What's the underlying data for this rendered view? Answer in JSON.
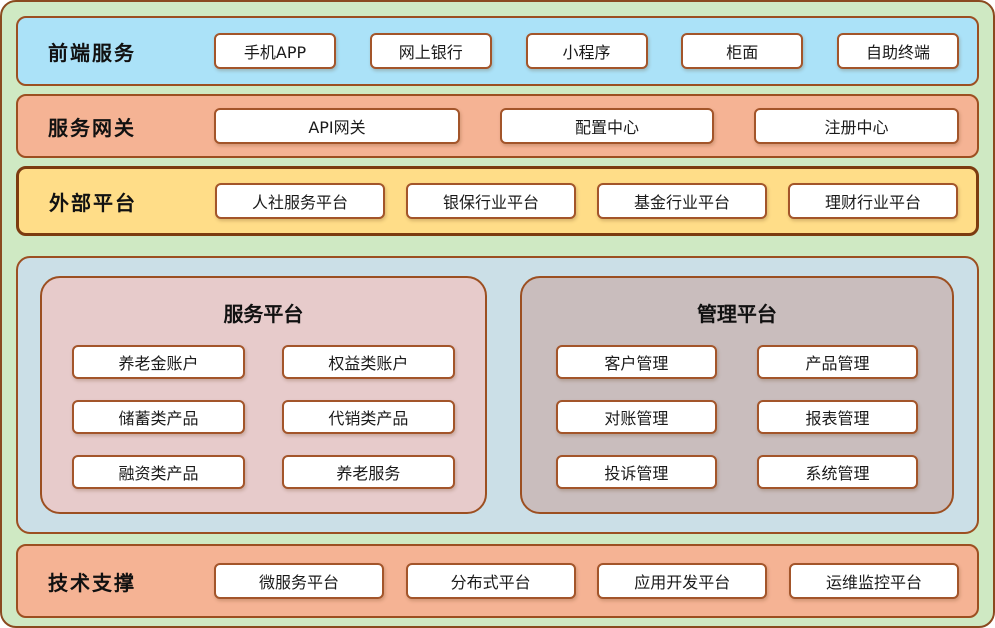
{
  "bands": {
    "frontend": {
      "label": "前端服务",
      "items": [
        "手机APP",
        "网上银行",
        "小程序",
        "柜面",
        "自助终端"
      ]
    },
    "gateway": {
      "label": "服务网关",
      "items": [
        "API网关",
        "配置中心",
        "注册中心"
      ]
    },
    "external": {
      "label": "外部平台",
      "items": [
        "人社服务平台",
        "银保行业平台",
        "基金行业平台",
        "理财行业平台"
      ]
    },
    "support": {
      "label": "技术支撑",
      "items": [
        "微服务平台",
        "分布式平台",
        "应用开发平台",
        "运维监控平台"
      ]
    }
  },
  "panels": {
    "service": {
      "title": "服务平台",
      "items": [
        "养老金账户",
        "权益类账户",
        "储蓄类产品",
        "代销类产品",
        "融资类产品",
        "养老服务"
      ]
    },
    "management": {
      "title": "管理平台",
      "items": [
        "客户管理",
        "产品管理",
        "对账管理",
        "报表管理",
        "投诉管理",
        "系统管理"
      ]
    }
  },
  "colors": {
    "background": "#cfe9c3",
    "frontend_band": "#abe2f8",
    "gateway_band": "#f5b394",
    "external_band": "#ffdd88",
    "support_band": "#f5b394",
    "container": "#cbdfe7",
    "service_panel": "#e7cbcb",
    "management_panel": "#c9bdbd",
    "border_brown": "#9c4f21",
    "box_bg": "#ffffff"
  }
}
